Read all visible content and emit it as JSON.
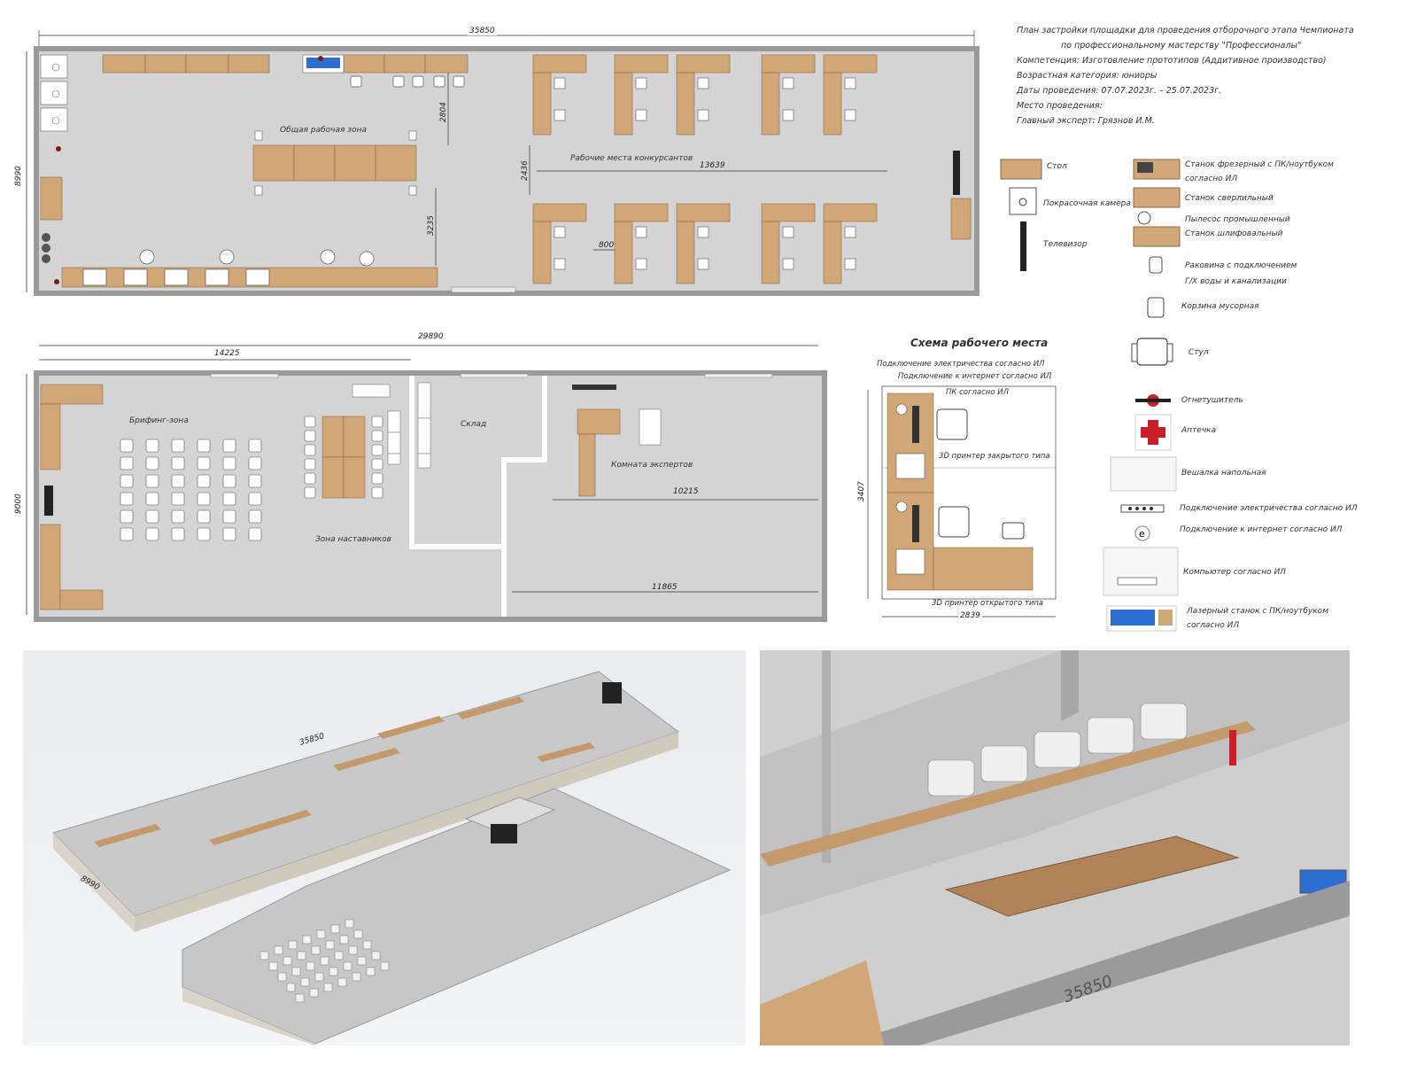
{
  "header": {
    "lines": [
      "План застройки площадки для проведения отборочного этапа Чемпионата",
      "по профессиональному мастерству \"Профессионалы\"",
      "Компетенция: Изготовление прототипов (Аддитивное производство)",
      "Возрастная категория: юниоры",
      "Даты проведения: 07.07.2023г. – 25.07.2023г.",
      "Место проведения:",
      "Главный эксперт: Грязнов И.М."
    ]
  },
  "plan_top": {
    "dim_total": "35850",
    "dim_height": "8990",
    "dim_2804": "2804",
    "dim_3235": "3235",
    "dim_2436": "2436",
    "dim_13639": "13639",
    "dim_800": "800",
    "label_common_zone": "Общая рабочая зона",
    "label_contestants": "Рабочие места конкурсантов"
  },
  "plan_bottom": {
    "dim_total": "29890",
    "dim_14225": "14225",
    "dim_height": "9000",
    "dim_10215": "10215",
    "dim_11865": "11865",
    "label_briefing": "Брифинг-зона",
    "label_mentors": "Зона наставников",
    "label_storage": "Склад",
    "label_experts": "Комната экспертов"
  },
  "workplace": {
    "title": "Схема рабочего места",
    "label_power": "Подключение электричества согласно ИЛ",
    "label_internet": "Подключение к интернет согласно ИЛ",
    "label_pc": "ПК согласно ИЛ",
    "label_printer_closed": "3D принтер закрытого типа",
    "label_printer_open": "3D принтер открытого типа",
    "dim_height": "3407",
    "dim_width": "2839"
  },
  "legend": {
    "items": [
      {
        "label": "Стол",
        "icon": "table-icon"
      },
      {
        "label": "Станок фрезерный с ПК/ноутбуком",
        "label2": "согласно ИЛ",
        "icon": "milling-icon"
      },
      {
        "label": "Покрасочная камера",
        "icon": "paint-chamber-icon"
      },
      {
        "label": "Станок сверлильный",
        "icon": "drill-icon"
      },
      {
        "label": "Пылесос промышленный",
        "icon": "vacuum-icon"
      },
      {
        "label": "Станок шлифовальный",
        "icon": "grinder-icon"
      },
      {
        "label": "Телевизор",
        "icon": "tv-icon"
      },
      {
        "label": "Раковина с подключением",
        "label2": "Г/Х воды и канализации",
        "icon": "sink-icon"
      },
      {
        "label": "Корзина мусорная",
        "icon": "trash-icon"
      },
      {
        "label": "Стул",
        "icon": "chair-icon"
      },
      {
        "label": "Огнетушитель",
        "icon": "extinguisher-icon"
      },
      {
        "label": "Аптечка",
        "icon": "first-aid-icon"
      },
      {
        "label": "Вешалка напольная",
        "icon": "hanger-icon"
      },
      {
        "label": "Подключение электричества согласно ИЛ",
        "icon": "power-icon"
      },
      {
        "label": "Подключение к интернет согласно ИЛ",
        "icon": "internet-icon"
      },
      {
        "label": "Компьютер согласно ИЛ",
        "icon": "computer-icon"
      },
      {
        "label": "Лазерный станок с ПК/ноутбуком",
        "label2": "согласно ИЛ",
        "icon": "laser-icon"
      }
    ]
  },
  "iso_left": {
    "dim_length": "35850",
    "dim_width": "8990"
  },
  "iso_right": {
    "dim_length": "35850"
  },
  "colors": {
    "floor": "#d4d4d4",
    "table": "#d2a777",
    "wall": "#8a8a8a",
    "red": "#c8202a",
    "blue": "#2d6fd0"
  }
}
